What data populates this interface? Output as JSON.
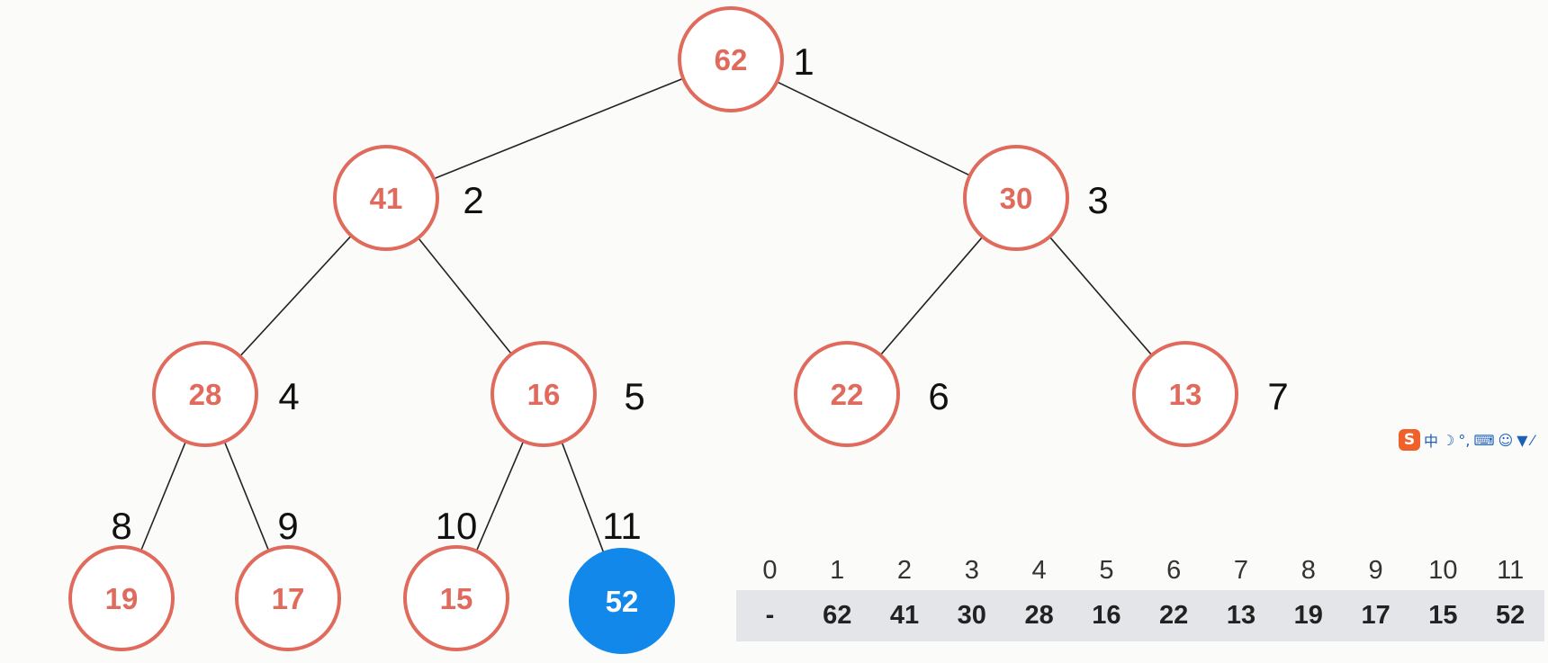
{
  "heap": {
    "nodes": [
      {
        "index": 1,
        "value": 62
      },
      {
        "index": 2,
        "value": 41
      },
      {
        "index": 3,
        "value": 30
      },
      {
        "index": 4,
        "value": 28
      },
      {
        "index": 5,
        "value": 16
      },
      {
        "index": 6,
        "value": 22
      },
      {
        "index": 7,
        "value": 13
      },
      {
        "index": 8,
        "value": 19
      },
      {
        "index": 9,
        "value": 17
      },
      {
        "index": 10,
        "value": 15
      },
      {
        "index": 11,
        "value": 52,
        "highlighted": true
      }
    ]
  },
  "array": {
    "indices": [
      "0",
      "1",
      "2",
      "3",
      "4",
      "5",
      "6",
      "7",
      "8",
      "9",
      "10",
      "11"
    ],
    "values": [
      "-",
      "62",
      "41",
      "30",
      "28",
      "16",
      "22",
      "13",
      "19",
      "17",
      "15",
      "52"
    ]
  },
  "colors": {
    "node_stroke": "#e06a5c",
    "node_text": "#e06a5c",
    "highlight_fill": "#1188ea",
    "array_background": "#e3e5e8"
  },
  "ime_toolbar": {
    "logo": "S",
    "items": [
      "中",
      "moon-icon",
      "punctuation-icon",
      "keyboard-icon",
      "user-icon",
      "shirt-icon",
      "tool-icon"
    ]
  }
}
